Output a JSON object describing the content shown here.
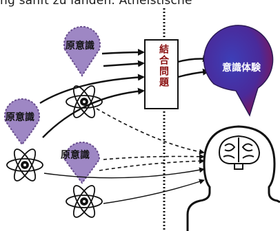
{
  "header_text": "ng sanft zu landen. Atheistische",
  "proto_label": "原意識",
  "binding_label": "結合問題",
  "experience_label": "意識体験",
  "colors": {
    "bubble_fill": "#9e87c4",
    "bubble_stroke": "#6a4f8f",
    "ink": "#111111",
    "box_text": "#8a1010",
    "experience_center": "#3d3fb8",
    "experience_edge": "#86134f"
  }
}
